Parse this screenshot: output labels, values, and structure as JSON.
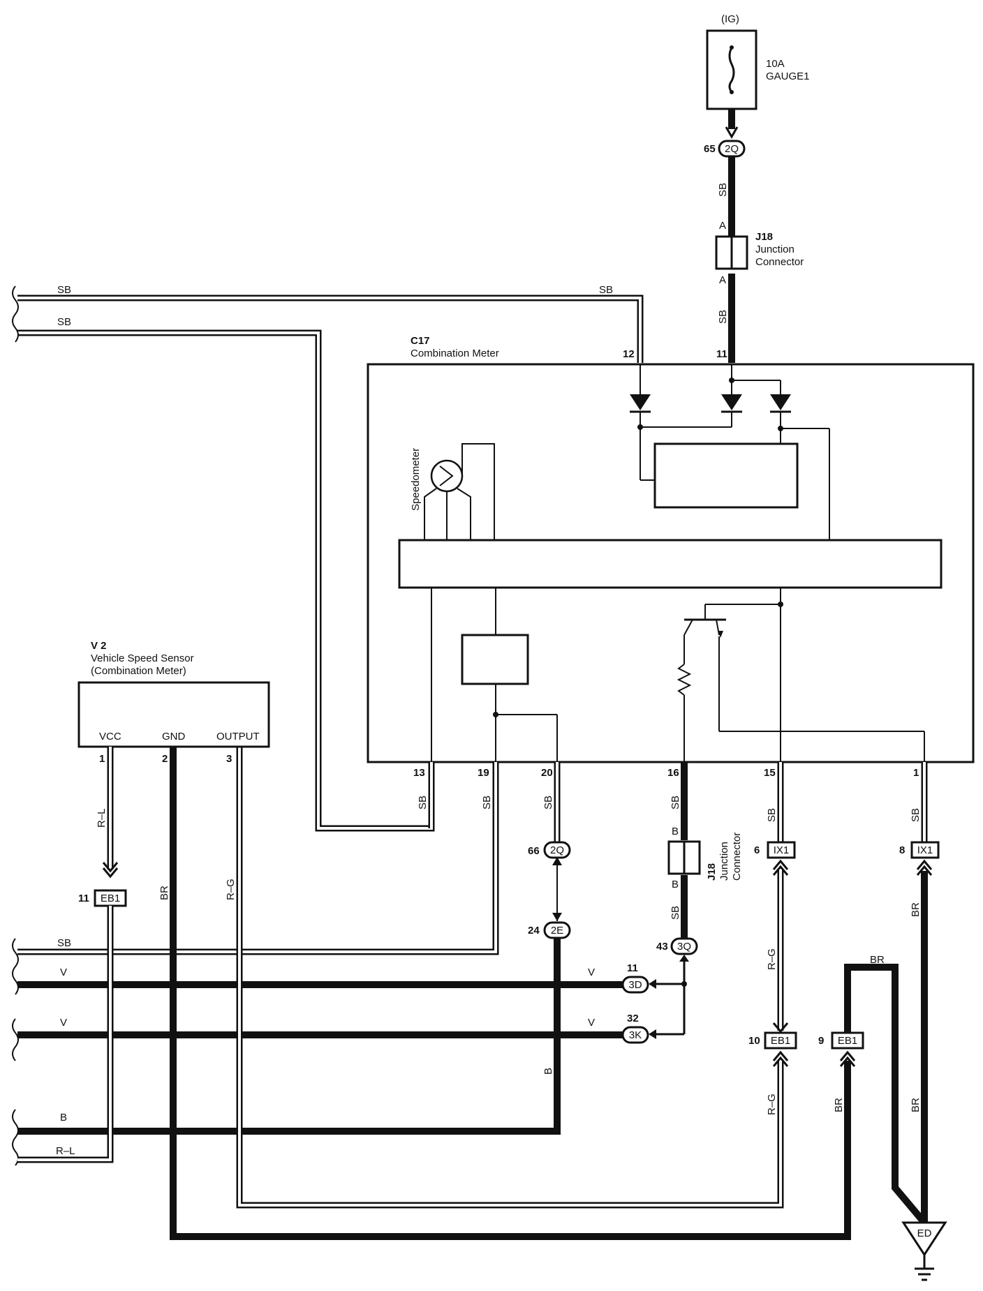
{
  "fuse": {
    "source": "(IG)",
    "rating": "10A",
    "name": "GAUGE1"
  },
  "junction_top": {
    "id": "J18",
    "line1": "Junction",
    "line2": "Connector",
    "pin_in": "A",
    "pin_out": "A"
  },
  "junction_bottom": {
    "id": "J18",
    "line1": "Junction",
    "line2": "Connector",
    "pin_in": "B",
    "pin_out": "B"
  },
  "meter": {
    "id": "C17",
    "name": "Combination Meter",
    "gauge_label": "Speedometer"
  },
  "sensor": {
    "id": "V 2",
    "line1": "Vehicle Speed Sensor",
    "line2": "(Combination Meter)",
    "vcc": "VCC",
    "gnd": "GND",
    "output": "OUTPUT"
  },
  "pins": {
    "p65": "65",
    "p12": "12",
    "p11": "11",
    "p13": "13",
    "p19": "19",
    "p20": "20",
    "p16": "16",
    "p15": "15",
    "p1": "1",
    "s1": "1",
    "s2": "2",
    "s3": "3",
    "p66": "66",
    "p24": "24",
    "p43": "43",
    "p11b": "11",
    "p32": "32",
    "p6": "6",
    "p8": "8",
    "p11c": "11",
    "p10": "10",
    "p9": "9"
  },
  "connectors": {
    "c2Q_top": "2Q",
    "c2Q_mid": "2Q",
    "c2E": "2E",
    "c3Q": "3Q",
    "c3D": "3D",
    "c3K": "3K",
    "cIX1_a": "IX1",
    "cIX1_b": "IX1",
    "cEB1_a": "EB1",
    "cEB1_b": "EB1",
    "cEB1_c": "EB1"
  },
  "wires": {
    "w1": "SB",
    "w2": "SB",
    "w3": "SB",
    "w4": "SB",
    "w5": "SB",
    "w6": "SB",
    "w7": "SB",
    "w8": "SB",
    "w9": "SB",
    "w10": "SB",
    "w11": "SB",
    "w12": "SB",
    "w13": "SB",
    "w14": "SB",
    "w15": "SB",
    "rl1": "R–L",
    "rl2": "R–L",
    "br1": "BR",
    "br2": "BR",
    "br3": "BR",
    "br4": "BR",
    "br5": "BR",
    "rg1": "R–G",
    "rg2": "R–G",
    "rg3": "R–G",
    "v1": "V",
    "v2": "V",
    "v3": "V",
    "v4": "V",
    "b1": "B",
    "b2": "B"
  },
  "ground": {
    "label": "ED"
  }
}
